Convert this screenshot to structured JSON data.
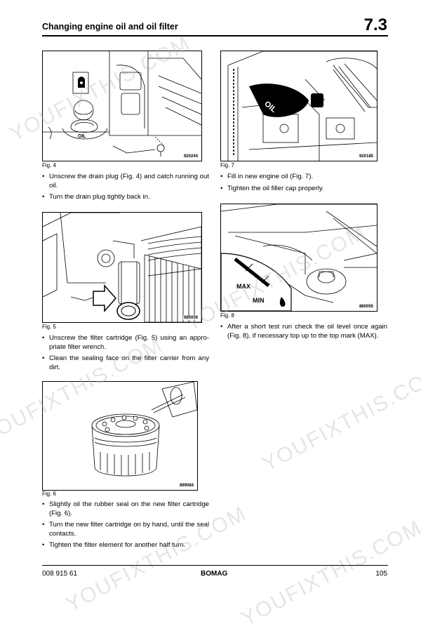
{
  "header": {
    "title": "Changing engine oil and oil filter",
    "section": "7.3"
  },
  "figures": {
    "fig4": {
      "caption": "Fig. 4",
      "code": "920244",
      "label_oil": "OIL"
    },
    "fig5": {
      "caption": "Fig. 5",
      "code": "880059"
    },
    "fig6": {
      "caption": "Fig. 6",
      "code": "899084"
    },
    "fig7": {
      "caption": "Fig. 7",
      "code": "920185",
      "label_oil": "OIL"
    },
    "fig8": {
      "caption": "Fig. 8",
      "code": "880055",
      "label_max": "MAX",
      "label_min": "MIN"
    }
  },
  "steps": {
    "fig4": [
      "Unscrew the drain plug (Fig. 4) and catch running out oil.",
      "Turn the drain plug tightly back in."
    ],
    "fig5": [
      "Unscrew the filter cartridge (Fig. 5) using an appro-priate filter wrench.",
      "Clean the sealing face on the filter carrier from any dirt."
    ],
    "fig6": [
      "Slightly oil the rubber seal on the new filter cartridge (Fig. 6).",
      "Turn the new filter cartridge on by hand, until the seal contacts.",
      "Tighten the filter element for another half turn."
    ],
    "fig7": [
      "Fill in new engine oil (Fig. 7).",
      "Tighten the oil filler cap properly."
    ],
    "fig8": [
      "After a short test run check the oil level once again (Fig. 8), if necessary top up to the top mark (MAX)."
    ]
  },
  "footer": {
    "doc_number": "008 915 61",
    "brand": "BOMAG",
    "page": "105"
  },
  "watermarks": [
    "YOUFIXTHIS.COM",
    "YOUFIXTHIS.COM",
    "YOUFIXTHIS.COM",
    "YOUFIXTHIS.COM",
    "YOUFIXTHIS.COM",
    "YOUFIXTHIS.COM"
  ]
}
